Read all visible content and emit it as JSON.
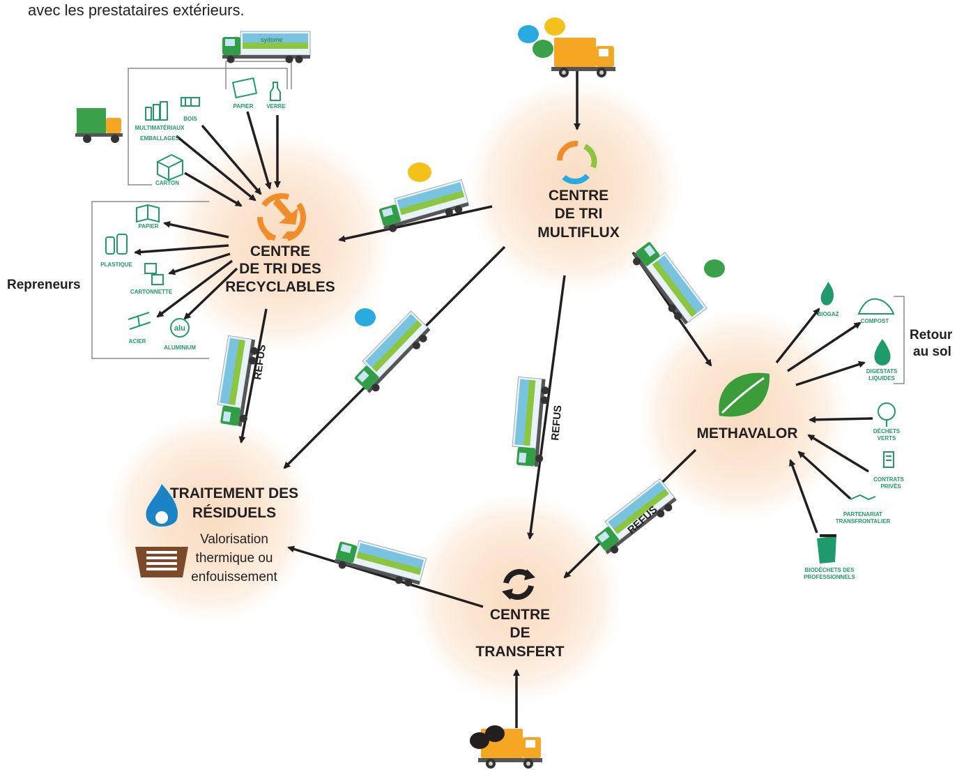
{
  "top_text": "avec les prestataires extérieurs.",
  "hubs": {
    "recyclables": {
      "line1": "CENTRE",
      "line2": "DE TRI DES",
      "line3": "RECYCLABLES"
    },
    "multiflux": {
      "line1": "CENTRE",
      "line2": "DE TRI",
      "line3": "MULTIFLUX"
    },
    "methavalor": {
      "line1": "METHAVALOR"
    },
    "residuels": {
      "line1": "TRAITEMENT DES",
      "line2": "RÉSIDUELS",
      "sub1": "Valorisation",
      "sub2": "thermique ou",
      "sub3": "enfouissement"
    },
    "transfert": {
      "line1": "CENTRE",
      "line2": "DE",
      "line3": "TRANSFERT"
    }
  },
  "side_labels": {
    "repreneurs": "Repreneurs",
    "retour1": "Retour",
    "retour2": "au sol"
  },
  "refus_label": "REFUS",
  "truck_brand": "sydome",
  "inputs_recyclables": {
    "multimateriaux1": "MULTIMATÉRIAUX",
    "multimateriaux2": "EMBALLAGES",
    "bois": "BOIS",
    "papier": "PAPIER",
    "verre": "VERRE",
    "carton": "CARTON"
  },
  "outputs_recyclables": {
    "papier": "PAPIER",
    "plastique": "PLASTIQUE",
    "cartonnette": "CARTONNETTE",
    "acier": "ACIER",
    "aluminium": "ALUMINIUM",
    "alu_logo": "alu"
  },
  "outputs_methavalor": {
    "biogaz": "BIOGAZ",
    "compost": "COMPOST",
    "digestats1": "DIGESTATS",
    "digestats2": "LIQUIDES"
  },
  "inputs_methavalor": {
    "dechets1": "DÉCHETS",
    "dechets2": "VERTS",
    "contrats1": "CONTRATS",
    "contrats2": "PRIVÉS",
    "partenariat1": "PARTENARIAT",
    "partenariat2": "TRANSFRONTALIER",
    "biodechets1": "BIODÉCHETS DES",
    "biodechets2": "PROFESSIONNELS"
  },
  "colors": {
    "truck_green": "#2f9e44",
    "truck_yellow": "#f5a623",
    "recycle_orange": "#f28c28",
    "leaf_green": "#3a9d3a",
    "icon_green": "#1f9a6b",
    "glow": "#f7c9a0",
    "flame_blue": "#1b84c6",
    "basket_brown": "#7a4a2a"
  }
}
